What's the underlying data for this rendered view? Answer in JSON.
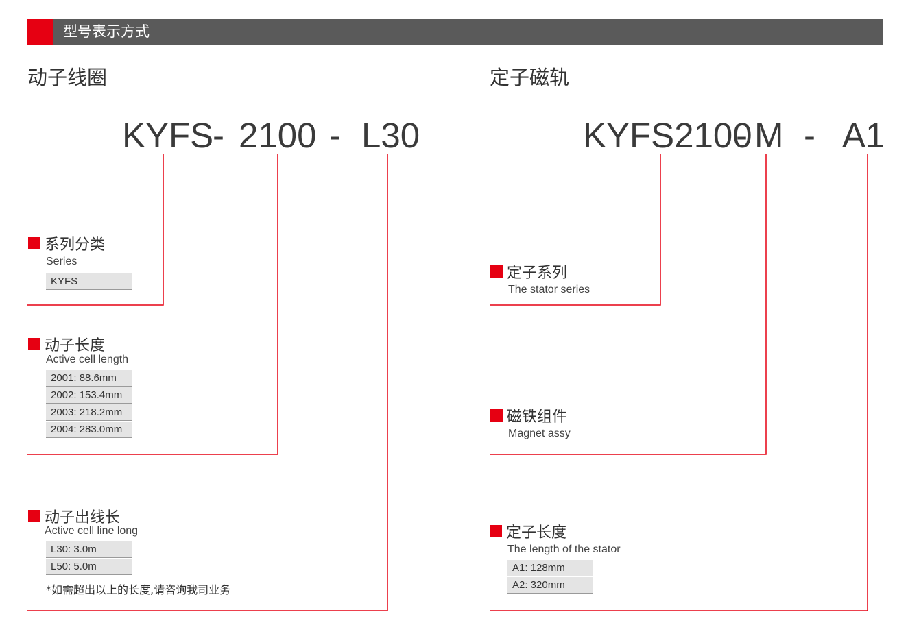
{
  "header": {
    "title": "型号表示方式"
  },
  "left": {
    "title": "动子线圈",
    "code": {
      "part1": "KYFS",
      "sep1": "-",
      "part2": "2100",
      "sep2": "-",
      "part3": "L30"
    },
    "series": {
      "cn": "系列分类",
      "en": "Series",
      "values": [
        "KYFS"
      ]
    },
    "length": {
      "cn": "动子长度",
      "en": "Active cell length",
      "values": [
        "2001: 88.6mm",
        "2002: 153.4mm",
        "2003: 218.2mm",
        "2004: 283.0mm"
      ]
    },
    "cable": {
      "cn": "动子出线长",
      "en": "Active cell line long",
      "values": [
        "L30: 3.0m",
        "L50:  5.0m"
      ]
    },
    "note": "*如需超出以上的长度,请咨询我司业务"
  },
  "right": {
    "title": "定子磁轨",
    "code": {
      "part1": "KYFS2100",
      "sep1": "-",
      "part2": "M",
      "sep2": "-",
      "part3": "A1"
    },
    "series": {
      "cn": "定子系列",
      "en": "The stator series"
    },
    "magnet": {
      "cn": "磁铁组件",
      "en": "Magnet assy"
    },
    "length": {
      "cn": "定子长度",
      "en": "The length of the stator",
      "values": [
        "A1: 128mm",
        "A2: 320mm"
      ]
    }
  },
  "colors": {
    "accent": "#e60012",
    "header_bg": "#5a5a5a",
    "cell_bg": "#e4e4e4"
  }
}
